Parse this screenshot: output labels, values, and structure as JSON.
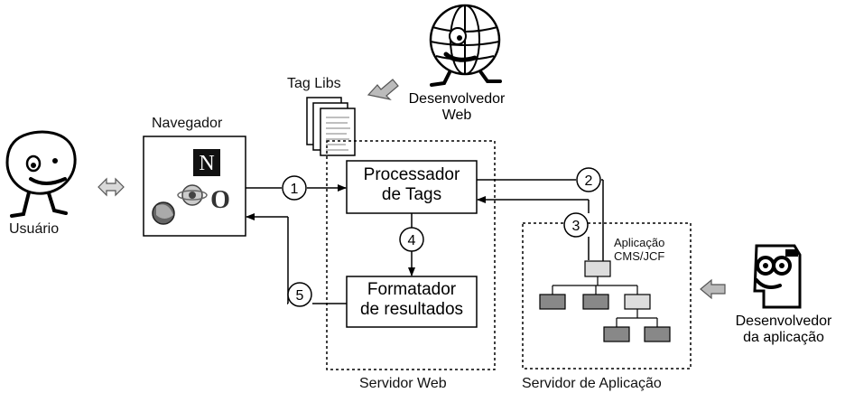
{
  "labels": {
    "usuario": "Usuário",
    "navegador": "Navegador",
    "tag_libs": "Tag Libs",
    "dev_web_line1": "Desenvolvedor",
    "dev_web_line2": "Web",
    "proc_line1": "Processador",
    "proc_line2": "de Tags",
    "fmt_line1": "Formatador",
    "fmt_line2": "de resultados",
    "app_line1": "Aplicação",
    "app_line2": "CMS/JCF",
    "dev_app_line1": "Desenvolvedor",
    "dev_app_line2": "da aplicação",
    "servidor_web": "Servidor Web",
    "servidor_app": "Servidor de Aplicação",
    "netscape_letter": "N",
    "opera_letter": "O"
  },
  "steps": [
    "1",
    "2",
    "3",
    "4",
    "5"
  ]
}
